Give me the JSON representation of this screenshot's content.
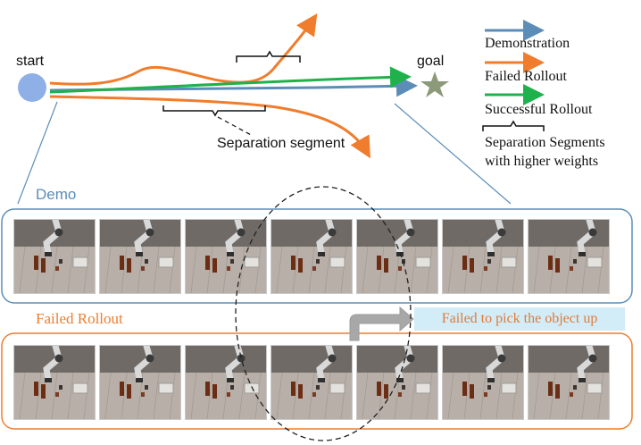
{
  "colors": {
    "demonstration": "#5b8db8",
    "failed": "#ef7d2d",
    "successful": "#1fb14b",
    "start_node": "#8fb0e6",
    "goal_star": "#8c9a79",
    "fail_note_bg": "#d2ecf8"
  },
  "diagram": {
    "start_label": "start",
    "goal_label": "goal",
    "separation_label": "Separation segment"
  },
  "legend": {
    "items": [
      {
        "label": "Demonstration",
        "color": "#5b8db8"
      },
      {
        "label": "Failed Rollout",
        "color": "#ef7d2d"
      },
      {
        "label": "Successful Rollout",
        "color": "#1fb14b"
      }
    ],
    "brace_label_line1": "Separation Segments",
    "brace_label_line2": "with higher weights"
  },
  "panels": {
    "demo": {
      "title": "Demo",
      "frame_count": 7
    },
    "failed": {
      "title": "Failed Rollout",
      "frame_count": 7,
      "failure_note": "Failed to pick the object up"
    }
  }
}
